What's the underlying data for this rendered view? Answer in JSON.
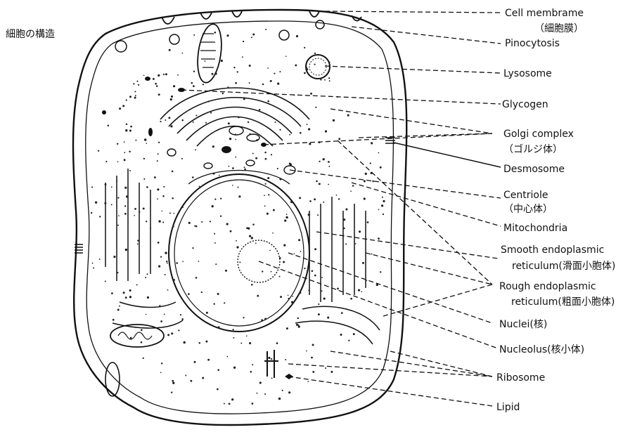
{
  "title": "細胞の構造",
  "labels": [
    {
      "id": "cell-membrane",
      "lines": [
        "Cell membrame",
        "（細胞膜）"
      ]
    },
    {
      "id": "pinocytosis",
      "lines": [
        "Pinocytosis"
      ]
    },
    {
      "id": "lysosome",
      "lines": [
        "Lysosome"
      ]
    },
    {
      "id": "glycogen",
      "lines": [
        "Glycogen"
      ]
    },
    {
      "id": "golgi",
      "lines": [
        "Golgi complex",
        "（ゴルジ体）"
      ]
    },
    {
      "id": "desmosome",
      "lines": [
        "Desmosome"
      ]
    },
    {
      "id": "centriole",
      "lines": [
        "Centriole",
        "（中心体）"
      ]
    },
    {
      "id": "mitochondria",
      "lines": [
        "Mitochondria"
      ]
    },
    {
      "id": "smooth-er",
      "lines": [
        "Smooth endoplasmic",
        "reticulum(滑面小胞体)"
      ]
    },
    {
      "id": "rough-er",
      "lines": [
        "Rough endoplasmic",
        "reticulum(粗面小胞体)"
      ]
    },
    {
      "id": "nuclei",
      "lines": [
        "Nuclei(核)"
      ]
    },
    {
      "id": "nucleolus",
      "lines": [
        "Nucleolus(核小体)"
      ]
    },
    {
      "id": "ribosome",
      "lines": [
        "Ribosome"
      ]
    },
    {
      "id": "lipid",
      "lines": [
        "Lipid"
      ]
    }
  ]
}
